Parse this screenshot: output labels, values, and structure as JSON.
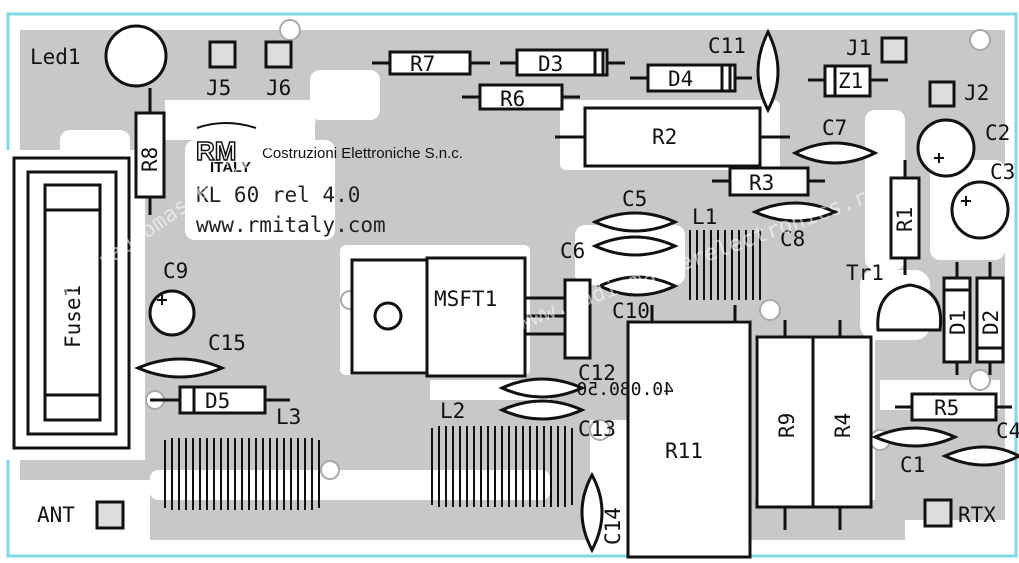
{
  "board": {
    "brand_logo": "RM",
    "brand_sub": "ITALY",
    "brand_name": "Costruzioni Elettroniche S.n.c.",
    "model": "KL 60 rel 4.0",
    "website": "www.rmitaly.com",
    "mirrored_code": "40.080.50",
    "watermark": "www.radiomasterelectronics.ru"
  },
  "components": {
    "led1": "Led1",
    "j5": "J5",
    "j6": "J6",
    "j1": "J1",
    "j2": "J2",
    "r7": "R7",
    "d3": "D3",
    "d4": "D4",
    "c11": "C11",
    "z1": "Z1",
    "r6": "R6",
    "r2": "R2",
    "c7": "C7",
    "c2": "C2",
    "c3": "C3",
    "r8": "R8",
    "r3": "R3",
    "c5": "C5",
    "c6": "C6",
    "l1": "L1",
    "c8": "C8",
    "r1": "R1",
    "fuse1": "Fuse1",
    "c9": "C9",
    "msft1": "MSFT1",
    "c10": "C10",
    "tr1": "Tr1",
    "d1": "D1",
    "d2": "D2",
    "c15": "C15",
    "c12": "C12",
    "d5": "D5",
    "l3": "L3",
    "l2": "L2",
    "c13": "C13",
    "r11": "R11",
    "r9": "R9",
    "r4": "R4",
    "r5": "R5",
    "c4": "C4",
    "c1": "C1",
    "c14": "C14",
    "ant": "ANT",
    "rtx": "RTX"
  }
}
